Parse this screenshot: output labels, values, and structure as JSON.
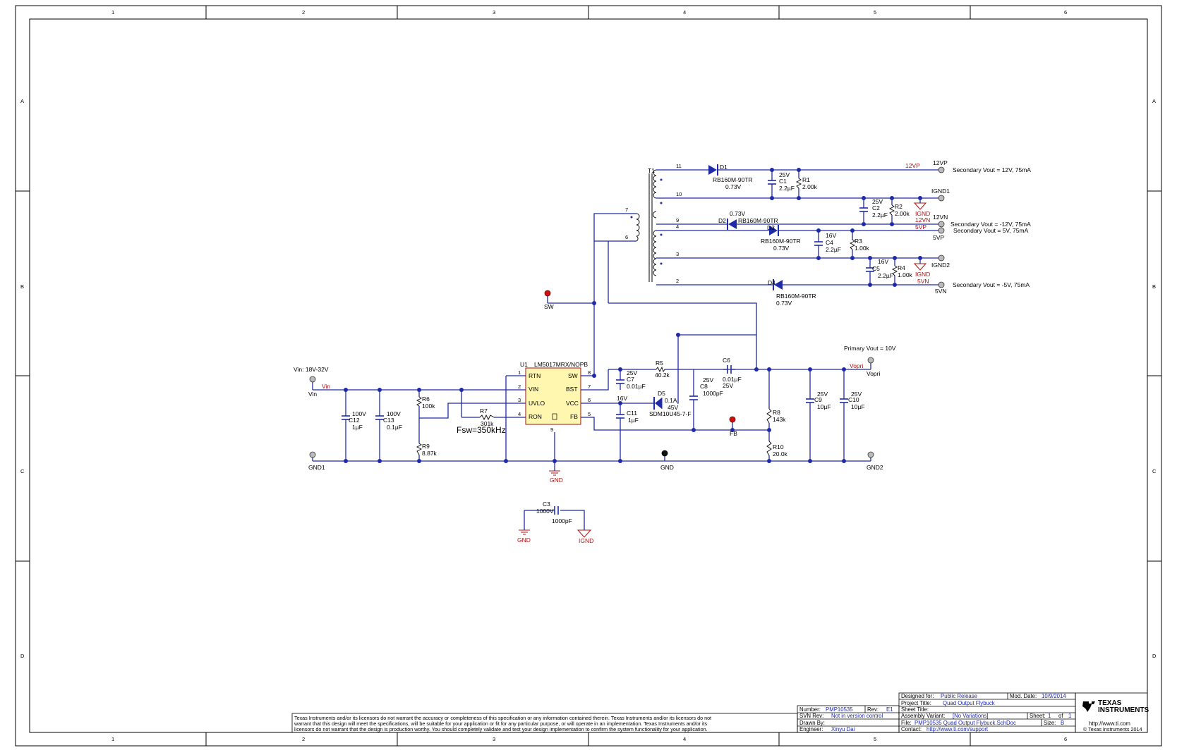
{
  "frame": {
    "columns": [
      "1",
      "2",
      "3",
      "4",
      "5",
      "6"
    ],
    "rows": [
      "A",
      "B",
      "C",
      "D"
    ]
  },
  "notes": {
    "vin_range": "Vin: 18V-32V",
    "fsw": "Fsw=350kHz",
    "primary_vout": "Primary Vout = 10V",
    "sec_12v": "Secondary Vout = 12V, 75mA",
    "sec_m12v": "Secondary Vout = -12V, 75mA",
    "sec_5v": "Secondary Vout = 5V, 75mA",
    "sec_m5v": "Secondary Vout = -5V, 75mA"
  },
  "ic": {
    "ref": "U1",
    "part": "LM5017MRX/NOPB",
    "pins": {
      "rtn": "RTN",
      "vin": "VIN",
      "uvlo": "UVLO",
      "ron": "RON",
      "sw": "SW",
      "bst": "BST",
      "vcc": "VCC",
      "fb": "FB",
      "n1": "1",
      "n2": "2",
      "n3": "3",
      "n4": "4",
      "n5": "5",
      "n6": "6",
      "n7": "7",
      "n8": "8",
      "n9": "9"
    }
  },
  "transformer": {
    "ref": "T1",
    "pins": [
      "11",
      "10",
      "9",
      "4",
      "3",
      "2",
      "7",
      "6"
    ]
  },
  "diodes": {
    "d1": {
      "ref": "D1",
      "part": "RB160M-90TR",
      "vf": "0.73V"
    },
    "d2": {
      "ref": "D2",
      "part": "RB160M-90TR",
      "vf": "0.73V"
    },
    "d3": {
      "ref": "D3",
      "part": "RB160M-90TR",
      "vf": "0.73V"
    },
    "d4": {
      "ref": "D4",
      "part": "RB160M-90TR",
      "vf": "0.73V"
    },
    "d5": {
      "ref": "D5",
      "part": "SDM10U45-7-F",
      "i": "0.1A",
      "v": "45V"
    }
  },
  "resistors": {
    "r1": {
      "ref": "R1",
      "val": "2.00k"
    },
    "r2": {
      "ref": "R2",
      "val": "2.00k"
    },
    "r3": {
      "ref": "R3",
      "val": "1.00k"
    },
    "r4": {
      "ref": "R4",
      "val": "1.00k"
    },
    "r5": {
      "ref": "R5",
      "val": "40.2k"
    },
    "r6": {
      "ref": "R6",
      "val": "100k"
    },
    "r7": {
      "ref": "R7",
      "val": "301k"
    },
    "r8": {
      "ref": "R8",
      "val": "143k"
    },
    "r9": {
      "ref": "R9",
      "val": "8.87k"
    },
    "r10": {
      "ref": "R10",
      "val": "20.0k"
    }
  },
  "capacitors": {
    "c1": {
      "ref": "C1",
      "v": "25V",
      "val": "2.2µF"
    },
    "c2": {
      "ref": "C2",
      "v": "25V",
      "val": "2.2µF"
    },
    "c3": {
      "ref": "C3",
      "v": "1000V",
      "val": "1000pF"
    },
    "c4": {
      "ref": "C4",
      "v": "16V",
      "val": "2.2µF"
    },
    "c5": {
      "ref": "C5",
      "v": "16V",
      "val": "2.2µF"
    },
    "c6": {
      "ref": "C6",
      "v": "25V",
      "val": "0.01µF"
    },
    "c7": {
      "ref": "C7",
      "v": "25V",
      "val": "0.01µF"
    },
    "c8": {
      "ref": "C8",
      "v": "25V",
      "val": "1000pF"
    },
    "c9": {
      "ref": "C9",
      "v": "25V",
      "val": "10µF"
    },
    "c10": {
      "ref": "C10",
      "v": "25V",
      "val": "10µF"
    },
    "c11": {
      "ref": "C11",
      "v": "16V",
      "val": "1µF"
    },
    "c12": {
      "ref": "C12",
      "v": "100V",
      "val": "1µF"
    },
    "c13": {
      "ref": "C13",
      "v": "100V",
      "val": "0.1µF"
    }
  },
  "nets": {
    "vin_label": "Vin",
    "vin_port": "Vin",
    "gnd1": "GND1",
    "gnd2": "GND2",
    "gnd": "GND",
    "sw": "SW",
    "fb": "FB",
    "vopri_label": "Vopri",
    "vopri_port": "Vopri",
    "p12vp_label": "12VP",
    "p12vp_port": "12VP",
    "ignd1": "IGND1",
    "ignd2": "IGND2",
    "ignd": "IGND",
    "p12vn_label": "12VN",
    "p12vn_port": "12VN",
    "p5vp_label": "5VP",
    "p5vp_port": "5VP",
    "p5vn_label": "5VN",
    "p5vn_port": "5VN"
  },
  "disclaimer": [
    "Texas Instruments and/or its licensors do not warrant the accuracy or completeness of this specification or any information contained therein. Texas Instruments and/or its licensors do not",
    "warrant that this design will meet the specifications, will be suitable for your application or fit for any particular purpose, or will operate in an implementation. Texas Instruments and/or its",
    "licensors do not warrant that the design is production worthy. You should completely validate and test your design implementation to confirm the system functionality for your application."
  ],
  "title_block": {
    "number_label": "Number:",
    "number": "PMP10535",
    "rev_label": "Rev:",
    "rev": "E1",
    "svn_label": "SVN Rev:",
    "svn": "Not in version control",
    "drawn_label": "Drawn By:",
    "drawn": "",
    "engineer_label": "Engineer:",
    "engineer": "Xinyu Dai",
    "designed_label": "Designed for:",
    "designed": "Public Release",
    "mod_label": "Mod. Date:",
    "mod": "10/9/2014",
    "project_label": "Project Title:",
    "project": "Quad Output Flybuck",
    "sheet_title_label": "Sheet Title:",
    "sheet_title": "",
    "variant_label": "Assembly Variant:",
    "variant": "[No Variations]",
    "sheet_label": "Sheet:",
    "sheet_no": "1",
    "sheet_of": "of",
    "sheet_total": "1",
    "file_label": "File:",
    "file": "PMP10535 Quad Output Flybuck.SchDoc",
    "size_label": "Size:",
    "size": "B",
    "contact_label": "Contact:",
    "contact": "http://www.ti.com/support",
    "logo_line1": "TEXAS",
    "logo_line2": "INSTRUMENTS",
    "website": "http://www.ti.com",
    "copyright": "© Texas Instruments  2014"
  }
}
